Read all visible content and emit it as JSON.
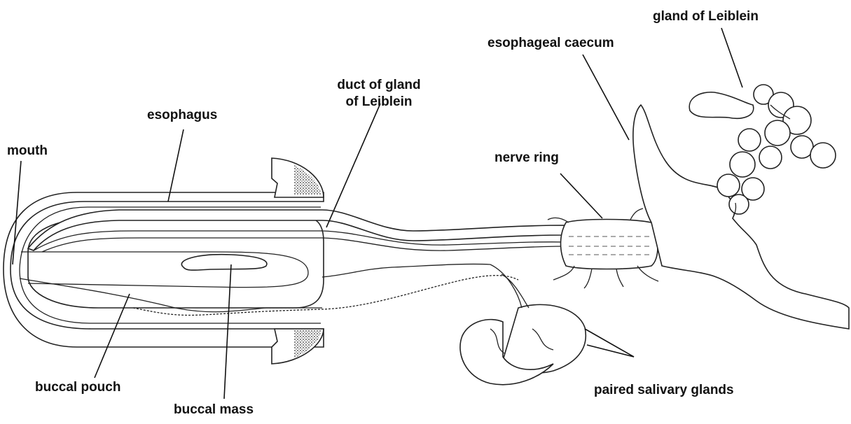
{
  "labels": {
    "gland_of_leiblein": "gland of Leiblein",
    "esophageal_caecum": "esophageal caecum",
    "duct_line1": "duct of gland",
    "duct_line2": "of Leiblein",
    "esophagus": "esophagus",
    "mouth": "mouth",
    "nerve_ring": "nerve ring",
    "buccal_pouch": "buccal pouch",
    "buccal_mass": "buccal mass",
    "paired_salivary_glands": "paired salivary glands"
  },
  "colors": {
    "ink": "#222222",
    "stipple": "#555555",
    "background": "#ffffff"
  }
}
